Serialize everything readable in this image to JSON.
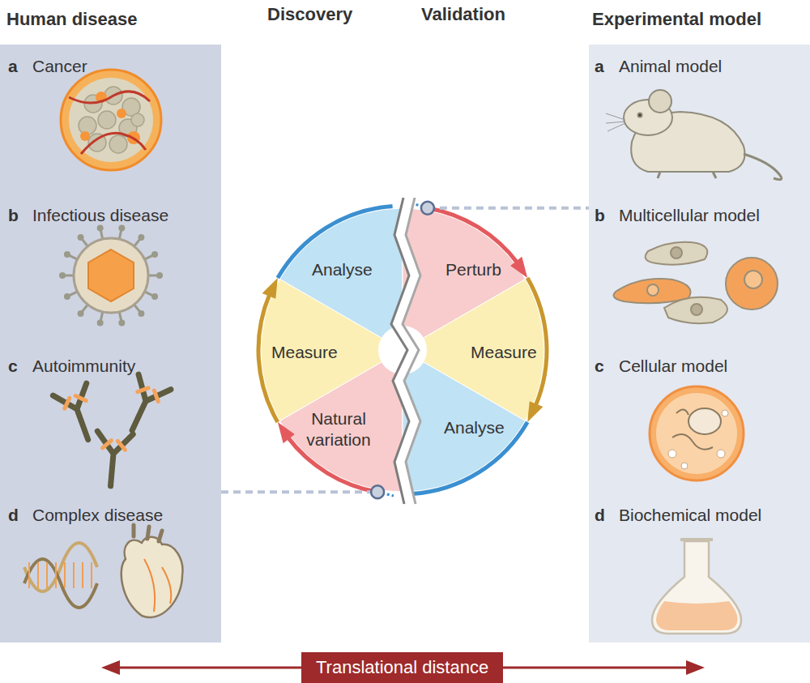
{
  "diagram": {
    "nodes": [
      {
        "text": [
          "Human disease"
        ]
      },
      {
        "text": [
          "Analyse"
        ]
      },
      {
        "text": [
          "Measure"
        ]
      },
      {
        "text": [
          "Natural variation"
        ]
      },
      {
        "text": [
          "Perturb"
        ]
      },
      {
        "text": [
          "Measure"
        ]
      },
      {
        "text": [
          "Analyse"
        ]
      },
      {
        "text": [
          "Experimental model"
        ]
      },
      {
        "text": [
          "Translational distance"
        ]
      }
    ],
    "edges": [
      {
        "from": 0,
        "to": 3,
        "arrow": "none"
      },
      {
        "from": 4,
        "to": 7,
        "arrow": "none"
      }
    ],
    "labels": [
      "Discovery",
      "Validation",
      "a",
      "Cancer",
      "b",
      "Infectious disease",
      "c",
      "Autoimmunity",
      "d",
      "Complex disease",
      "a",
      "Animal model",
      "b",
      "Multicellular model",
      "c",
      "Cellular model",
      "d",
      "Biochemical model"
    ]
  }
}
